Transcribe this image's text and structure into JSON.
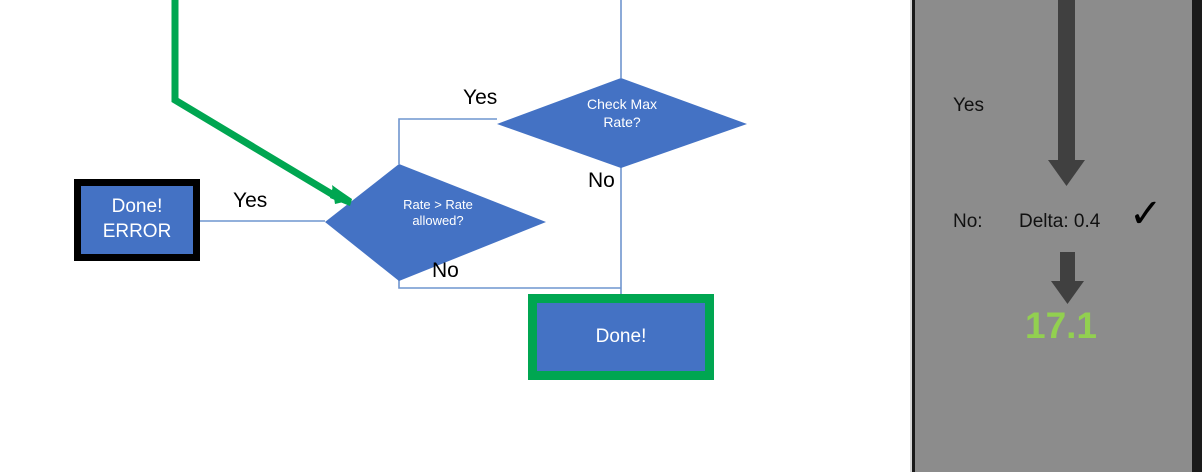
{
  "flowchart": {
    "nodes": {
      "done_error": {
        "label": "Done!\nERROR",
        "fill": "#4472C4",
        "border": "#000000"
      },
      "rate_check": {
        "label": "Rate > Rate\nallowed?",
        "fill": "#4472C4"
      },
      "max_rate_check": {
        "label": "Check Max\nRate?",
        "fill": "#4472C4"
      },
      "done": {
        "label": "Done!",
        "fill": "#4472C4",
        "border": "#00A651"
      }
    },
    "edge_labels": {
      "yes_to_error": "Yes",
      "yes_to_rate_check": "Yes",
      "no_from_max_rate": "No",
      "no_from_rate_check": "No"
    },
    "highlight_path_color": "#00A651",
    "connector_color": "#6f95cf"
  },
  "panel": {
    "background": "#8c8c8c",
    "yes_label": "Yes",
    "no_label": "No:",
    "delta_label": "Delta: 0.4",
    "check_icon": "✓",
    "result_value": "17.1",
    "result_color": "#92D050",
    "arrow_color": "#404040"
  }
}
